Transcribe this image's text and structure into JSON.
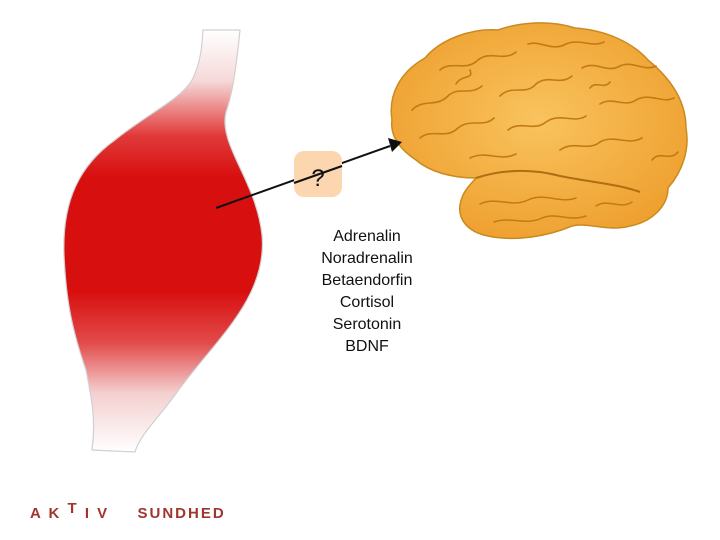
{
  "question_mark": "?",
  "substances": [
    "Adrenalin",
    "Noradrenalin",
    "Betaendorfin",
    "Cortisol",
    "Serotonin",
    "BDNF"
  ],
  "logo": {
    "letters": [
      "A",
      "K",
      "T",
      "I",
      "V"
    ],
    "word": "SUNDHED"
  },
  "colors": {
    "muscle": "#d80f0f",
    "muscle_light": "#f3c7c7",
    "brain": "#f5b342",
    "brain_outline": "#c98a1f",
    "bubble": "#fbd6ae",
    "logo": "#a0352e"
  }
}
